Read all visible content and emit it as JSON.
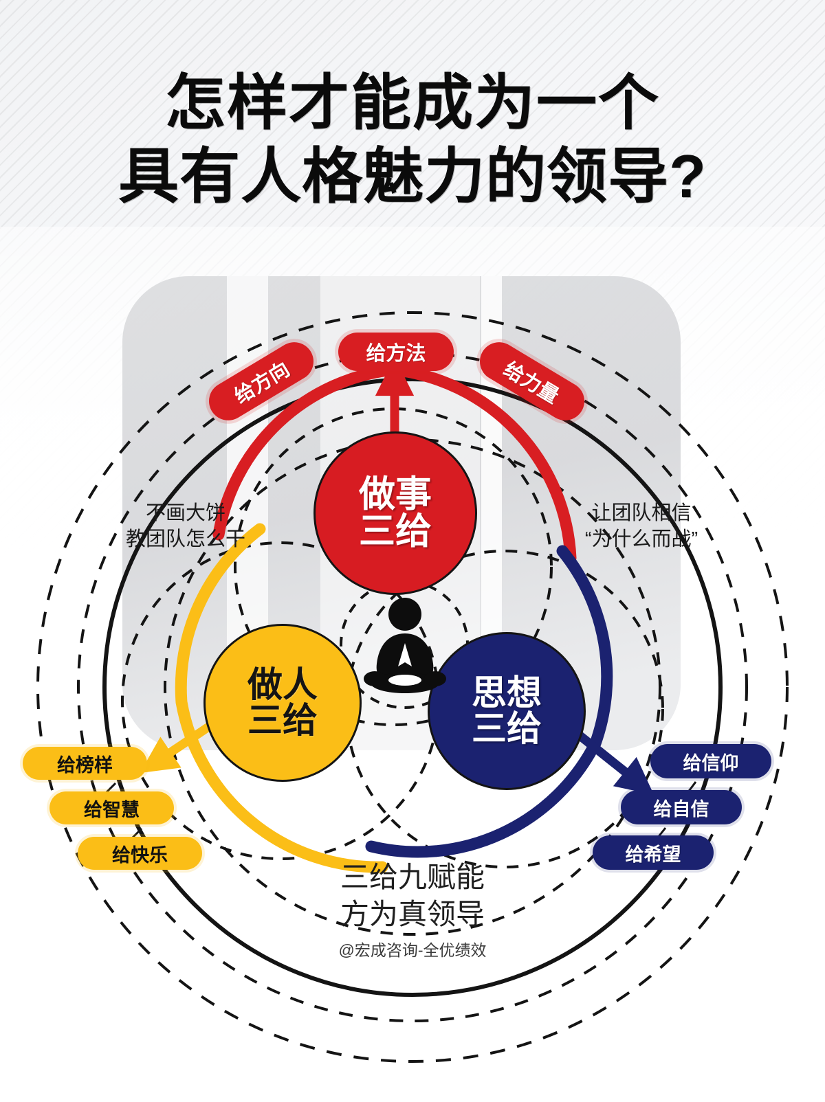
{
  "title": {
    "line1": "怎样才能成为一个",
    "line2": "具有人格魅力的领导?"
  },
  "colors": {
    "red": "#D81E22",
    "yellow": "#FBBE17",
    "navy": "#1B2270",
    "black": "#141414",
    "panel_gray": "#D8D9DB"
  },
  "diagram": {
    "center_icon": "meditating-person-icon",
    "circles": [
      {
        "id": "zuoshi",
        "line1": "做事",
        "line2": "三给",
        "color": "#D71C22",
        "text_color": "#ffffff"
      },
      {
        "id": "zuoren",
        "line1": "做人",
        "line2": "三给",
        "color": "#FBBE17",
        "text_color": "#141414"
      },
      {
        "id": "sixiang",
        "line1": "思想",
        "line2": "三给",
        "color": "#1B2270",
        "text_color": "#ffffff"
      }
    ],
    "red_badges": [
      {
        "id": "fangxiang",
        "label": "给方向"
      },
      {
        "id": "fangfa",
        "label": "给方法"
      },
      {
        "id": "liliang",
        "label": "给力量"
      }
    ],
    "yellow_badges": [
      {
        "id": "bangyang",
        "label": "给榜样"
      },
      {
        "id": "zhihui",
        "label": "给智慧"
      },
      {
        "id": "kuaile",
        "label": "给快乐"
      }
    ],
    "navy_badges": [
      {
        "id": "xinyang",
        "label": "给信仰"
      },
      {
        "id": "zixin",
        "label": "给自信"
      },
      {
        "id": "xiwang",
        "label": "给希望"
      }
    ],
    "note_left": {
      "line1": "不画大饼",
      "line2": "教团队怎么干"
    },
    "note_right": {
      "line1": "让团队相信",
      "line2": "“为什么而战”"
    }
  },
  "caption": {
    "line1": "三给九赋能",
    "line2": "方为真领导",
    "credit": "@宏成咨询-全优绩效"
  }
}
